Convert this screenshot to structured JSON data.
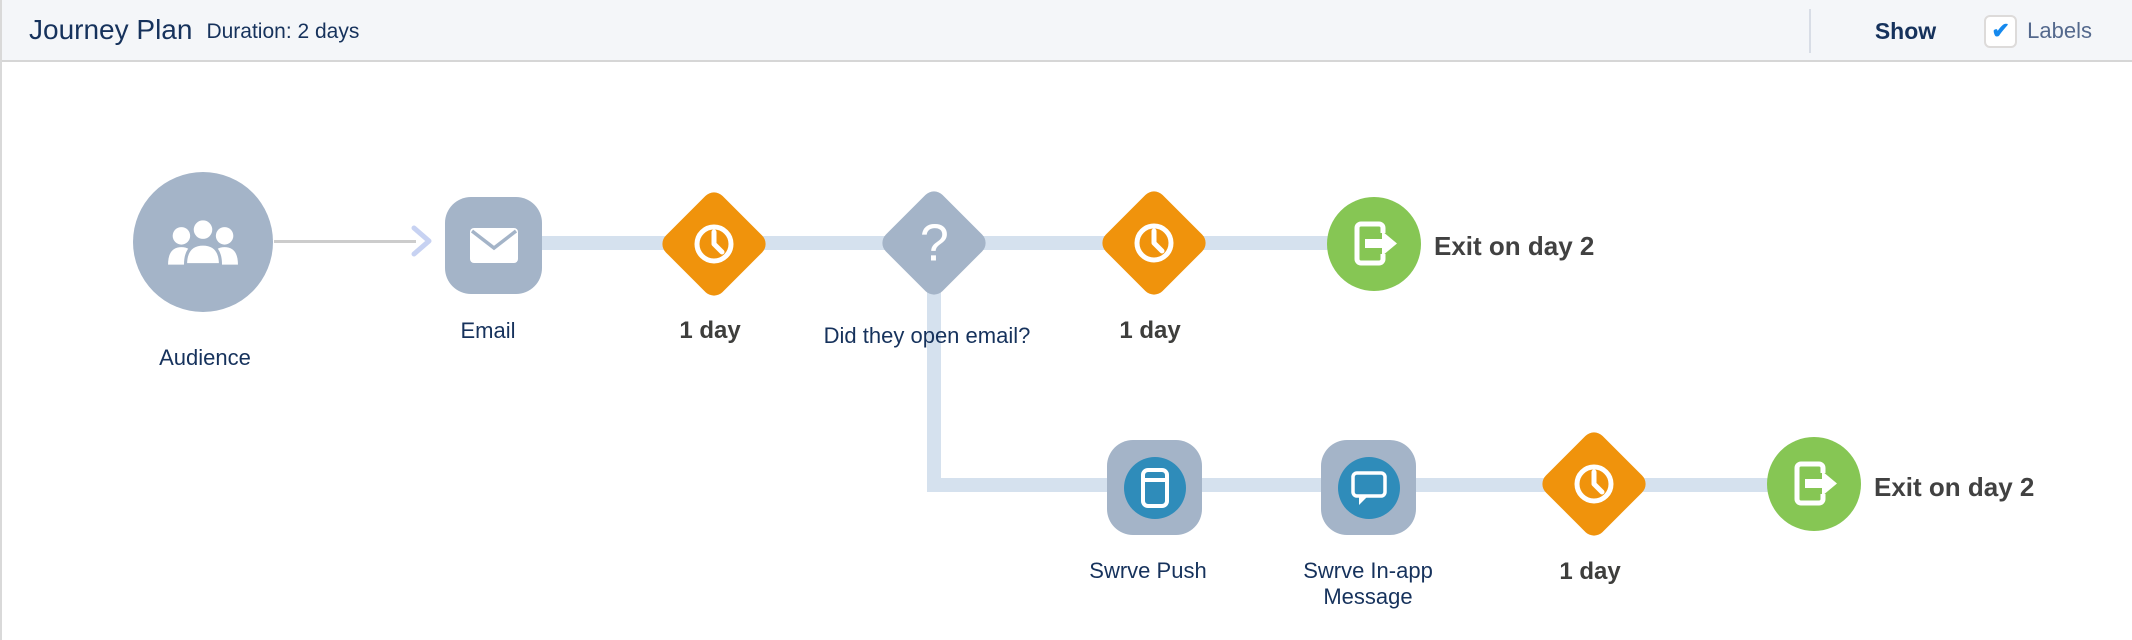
{
  "header": {
    "title": "Journey Plan",
    "duration": "Duration: 2 days",
    "show_label": "Show",
    "labels_checkbox": {
      "label": "Labels",
      "checked": true,
      "checkmark": "✔"
    }
  },
  "colors": {
    "wait_orange": "#f0930c",
    "node_gray": "#a4b4c8",
    "exit_green": "#86c654",
    "channel_blue": "#2f8cba",
    "connector_blue": "#d5e1ee",
    "checkbox_blue": "#1589ee",
    "text_navy": "#16325c",
    "label_dark": "#414141"
  },
  "flow": {
    "nodes": [
      {
        "id": "audience",
        "type": "audience",
        "label": "Audience",
        "icon": "users-icon"
      },
      {
        "id": "email",
        "type": "message",
        "label": "Email",
        "icon": "envelope-icon"
      },
      {
        "id": "wait-1",
        "type": "wait",
        "label": "1 day",
        "icon": "clock-icon"
      },
      {
        "id": "decision",
        "type": "decision",
        "label": "Did they open email?",
        "icon": "question-mark-icon",
        "glyph": "?"
      },
      {
        "id": "wait-2",
        "type": "wait",
        "label": "1 day",
        "icon": "clock-icon"
      },
      {
        "id": "exit-top",
        "type": "exit",
        "label": "Exit on day 2",
        "icon": "exit-icon"
      },
      {
        "id": "swrve-push",
        "type": "channel",
        "label": "Swrve Push",
        "icon": "smartphone-icon"
      },
      {
        "id": "swrve-inapp",
        "type": "channel",
        "label": "Swrve In-app Message",
        "icon": "chat-bubble-icon"
      },
      {
        "id": "wait-3",
        "type": "wait",
        "label": "1 day",
        "icon": "clock-icon"
      },
      {
        "id": "exit-bottom",
        "type": "exit",
        "label": "Exit on day 2",
        "icon": "exit-icon"
      }
    ]
  }
}
